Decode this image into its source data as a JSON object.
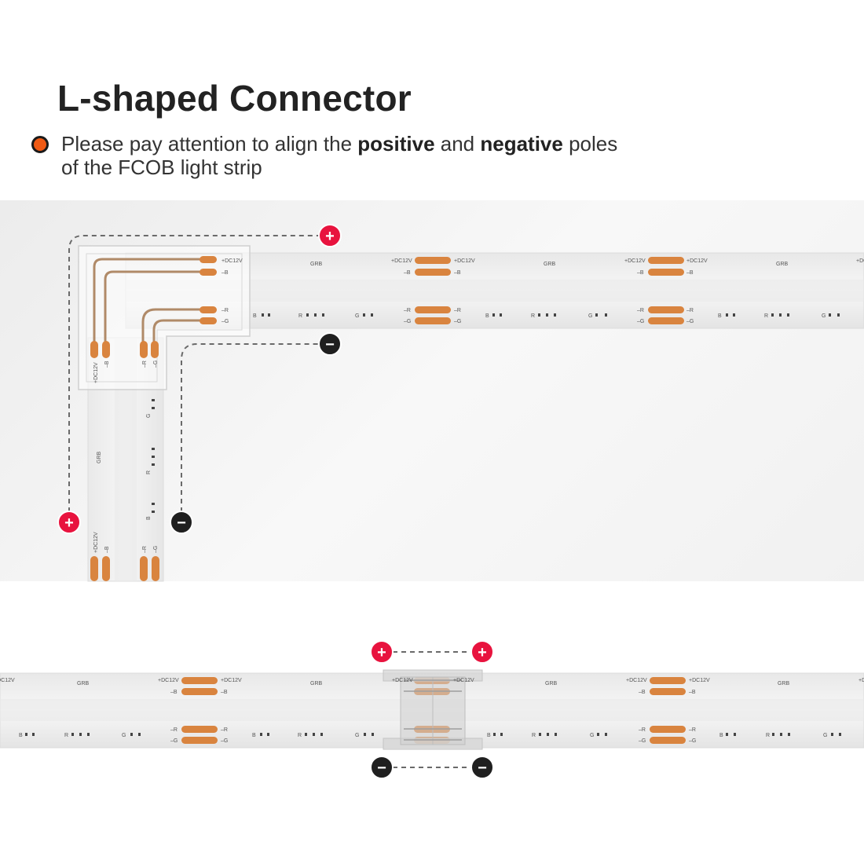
{
  "title": "L-shaped Connector",
  "note": {
    "text_1": "Please pay attention to align the ",
    "bold_1": "positive",
    "text_2": " and ",
    "bold_2": "negative",
    "text_3": " poles",
    "line_2": "of the FCOB light strip"
  },
  "strip_labels": {
    "dc12v": "+DC12V",
    "b": "–B",
    "r": "–R",
    "g": "–G",
    "grb": "GRB",
    "chip_b": "B",
    "chip_r": "R",
    "chip_g": "G"
  },
  "symbols": {
    "plus": "+",
    "minus": "−"
  },
  "colors": {
    "pad": "#d9843f",
    "positive": "#e8133e",
    "negative": "#1f1f1f",
    "bullet": "#f05a14",
    "strip": "#f1f1f1"
  }
}
